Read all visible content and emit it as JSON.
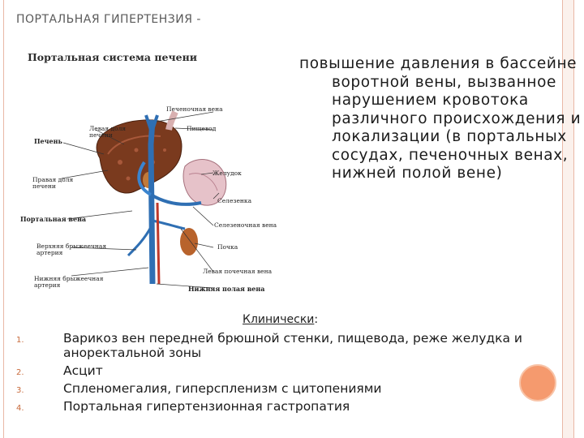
{
  "title": "ПОРТАЛЬНАЯ ГИПЕРТЕНЗИЯ -",
  "diagram": {
    "title": "Портальная система печени",
    "labels": {
      "hepatic_vein": "Печеночная вена",
      "left_lobe": "Левая доля\nпечени",
      "liver": "Печень",
      "esophagus": "Пищевод",
      "stomach": "Желудок",
      "right_lobe": "Правая доля\nпечени",
      "spleen": "Селезенка",
      "portal_vein": "Портальная вена",
      "splenic_vein": "Селезеночная вена",
      "sup_mesenteric_vein": "Верхняя брыжеечная\nартерия",
      "kidney": "Почка",
      "left_renal_vein": "Левая почечная вена",
      "inf_mesenteric_artery": "Нижняя брыжеечная\nартерия",
      "inferior_vena_cava": "Нижняя полая вена"
    }
  },
  "definition": "повышение давления в бассейне воротной вены, вызванное нарушением кровотока различного происхождения и локализации (в портальных сосудах, печеночных венах, нижней полой вене)",
  "clinical": {
    "heading": "Клинически",
    "colon": ":",
    "items": [
      {
        "num": "1.",
        "text": "Варикоз вен передней брюшной стенки, пищевода, реже желудка и аноректальной зоны"
      },
      {
        "num": "2.",
        "text": "Асцит"
      },
      {
        "num": "3.",
        "text": "Спленомегалия, гиперспленизм с цитопениями"
      },
      {
        "num": "4.",
        "text": "Портальная гипертензионная гастропатия"
      }
    ]
  },
  "colors": {
    "accent": "#f59a6e",
    "frame": "#e9b8a6",
    "liver": "#7a3a1e",
    "vein": "#2f6fb3"
  }
}
